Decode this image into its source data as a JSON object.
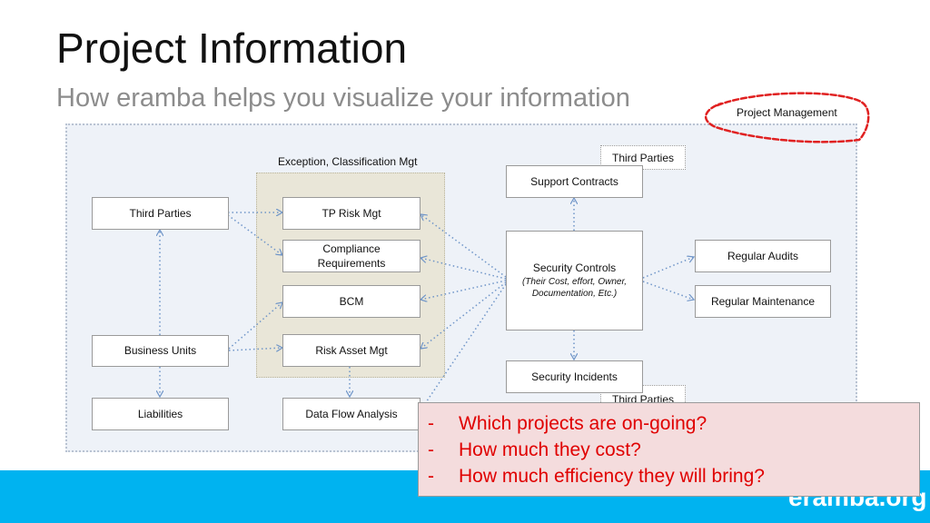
{
  "header": {
    "title": "Project Information",
    "subtitle": "How eramba helps you visualize your information"
  },
  "annotation": {
    "project_management_label": "Project Management",
    "circle_color": "#e02020"
  },
  "diagram": {
    "exception_group_label": "Exception, Classification Mgt",
    "third_parties_tag_top": "Third Parties",
    "third_parties_tag_bottom": "Third Parties",
    "nodes": {
      "third_parties": "Third Parties",
      "business_units": "Business Units",
      "liabilities": "Liabilities",
      "tp_risk_mgt": "TP Risk Mgt",
      "compliance_requirements": "Compliance Requirements",
      "bcm": "BCM",
      "risk_asset_mgt": "Risk Asset Mgt",
      "data_flow_analysis": "Data Flow Analysis",
      "support_contracts": "Support Contracts",
      "security_controls": "Security Controls",
      "security_controls_detail": "(Their Cost, effort, Owner, Documentation, Etc.)",
      "security_incidents": "Security Incidents",
      "regular_audits": "Regular Audits",
      "regular_maintenance": "Regular Maintenance"
    },
    "connector_color": "#6f95c8"
  },
  "callout": {
    "questions": [
      "Which projects are on-going?",
      "How much they cost?",
      "How much efficiency they will bring?"
    ],
    "text_color": "#e00000",
    "background": "#f4dcdd"
  },
  "footer": {
    "brand": "eramba.org",
    "bar_color": "#00b3f0"
  }
}
